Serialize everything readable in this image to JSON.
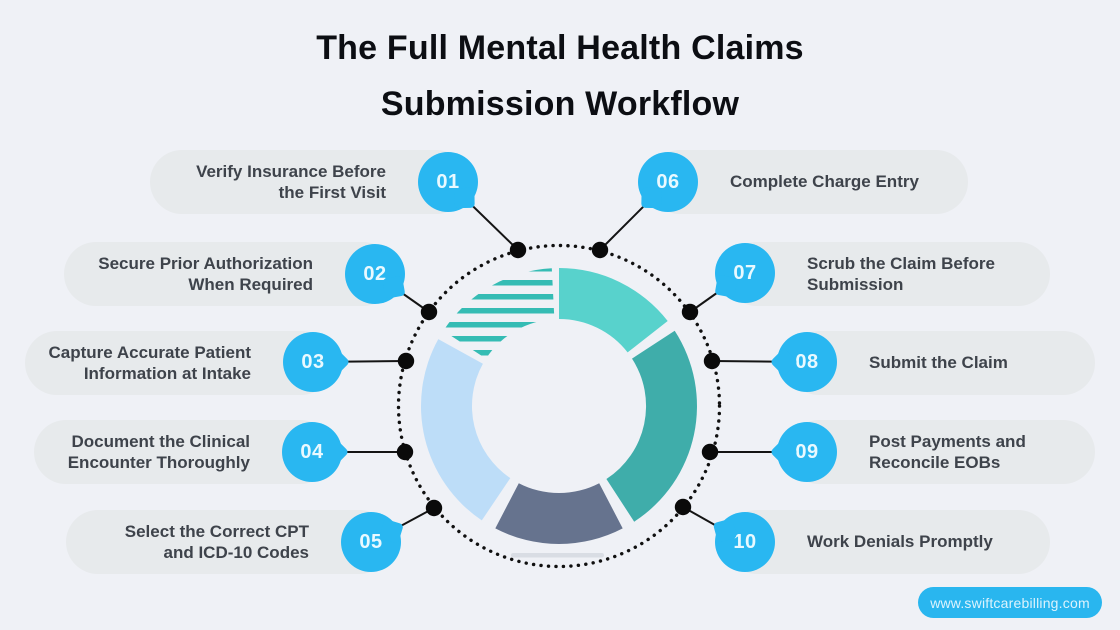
{
  "title": {
    "line1": "The Full Mental Health Claims",
    "line2": "Submission Workflow"
  },
  "steps": [
    {
      "number": "01",
      "label": "Verify Insurance Before\nthe First Visit",
      "side": "left"
    },
    {
      "number": "02",
      "label": "Secure Prior Authorization\nWhen Required",
      "side": "left"
    },
    {
      "number": "03",
      "label": "Capture Accurate Patient\nInformation at Intake",
      "side": "left"
    },
    {
      "number": "04",
      "label": "Document the Clinical\nEncounter Thoroughly",
      "side": "left"
    },
    {
      "number": "05",
      "label": "Select the Correct CPT\nand ICD-10 Codes",
      "side": "left"
    },
    {
      "number": "06",
      "label": "Complete Charge Entry",
      "side": "right"
    },
    {
      "number": "07",
      "label": "Scrub the Claim Before\nSubmission",
      "side": "right"
    },
    {
      "number": "08",
      "label": "Submit the Claim",
      "side": "right"
    },
    {
      "number": "09",
      "label": "Post Payments and\nReconcile EOBs",
      "side": "right"
    },
    {
      "number": "10",
      "label": "Work Denials Promptly",
      "side": "right"
    }
  ],
  "footer": {
    "website": "www.swiftcarebilling.com"
  },
  "colors": {
    "background": "#eff1f6",
    "pill_bg": "#e7eaec",
    "pill_text": "#3e434b",
    "title_text": "#0c0e13",
    "badge_blue": "#29b7f1",
    "badge_text": "#e9f9ff",
    "connector_line": "#141414",
    "connector_dot": "#0a0a0a",
    "dotted_ring": "#101010",
    "donut_top_right": "#58d2cc",
    "donut_right": "#3fadaa",
    "donut_bottom": "#66738e",
    "donut_left": "#bdddf8",
    "donut_stripes": "#35bcb4",
    "shadow_line": "#d9dde4",
    "site_pill": "#29b6ef",
    "site_text": "#dcf3fd"
  }
}
